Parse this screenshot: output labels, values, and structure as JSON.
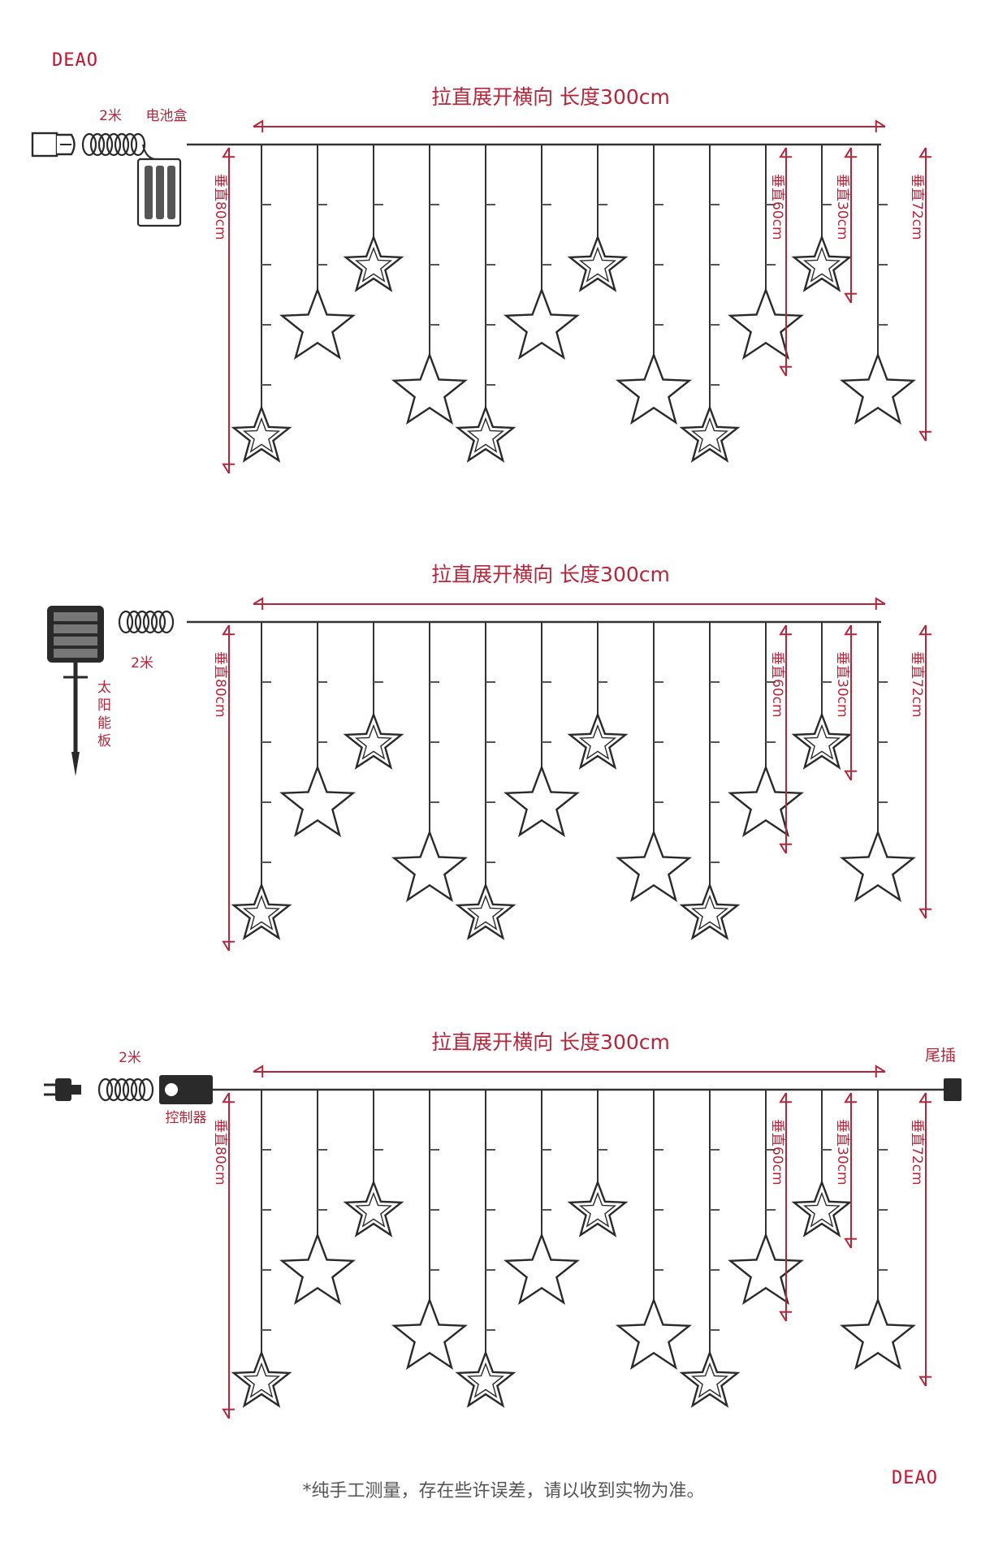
{
  "brand": {
    "top": "DEAO",
    "bottom": "DEAO"
  },
  "colors": {
    "accent": "#b5263a",
    "line": "#333333",
    "dark": "#2a2a2a",
    "tick": "#555555"
  },
  "panels": [
    {
      "id": "battery",
      "width_label": "拉直展开横向 长度300cm",
      "dim_left": "垂直80cm",
      "dim_right": "垂直72cm",
      "dim_60": "垂直60cm",
      "dim_30": "垂直30cm",
      "power_labels": {
        "cable_length": "2米",
        "battery_box": "电池盒"
      }
    },
    {
      "id": "solar",
      "width_label": "拉直展开横向 长度300cm",
      "dim_left": "垂直80cm",
      "dim_right": "垂直72cm",
      "dim_60": "垂直60cm",
      "dim_30": "垂直30cm",
      "power_labels": {
        "cable_length": "2米",
        "solar_panel": "太阳能板"
      }
    },
    {
      "id": "plug",
      "width_label": "拉直展开横向 长度300cm",
      "dim_left": "垂直80cm",
      "dim_right": "垂直72cm",
      "dim_60": "垂直60cm",
      "dim_30": "垂直30cm",
      "power_labels": {
        "cable_length": "2米",
        "controller": "控制器",
        "tail_plug": "尾插"
      }
    }
  ],
  "strand_pattern": [
    "small-long",
    "big-mid",
    "small-short",
    "big-long"
  ],
  "footnote": "*纯手工测量，存在些许误差，请以收到实物为准。"
}
